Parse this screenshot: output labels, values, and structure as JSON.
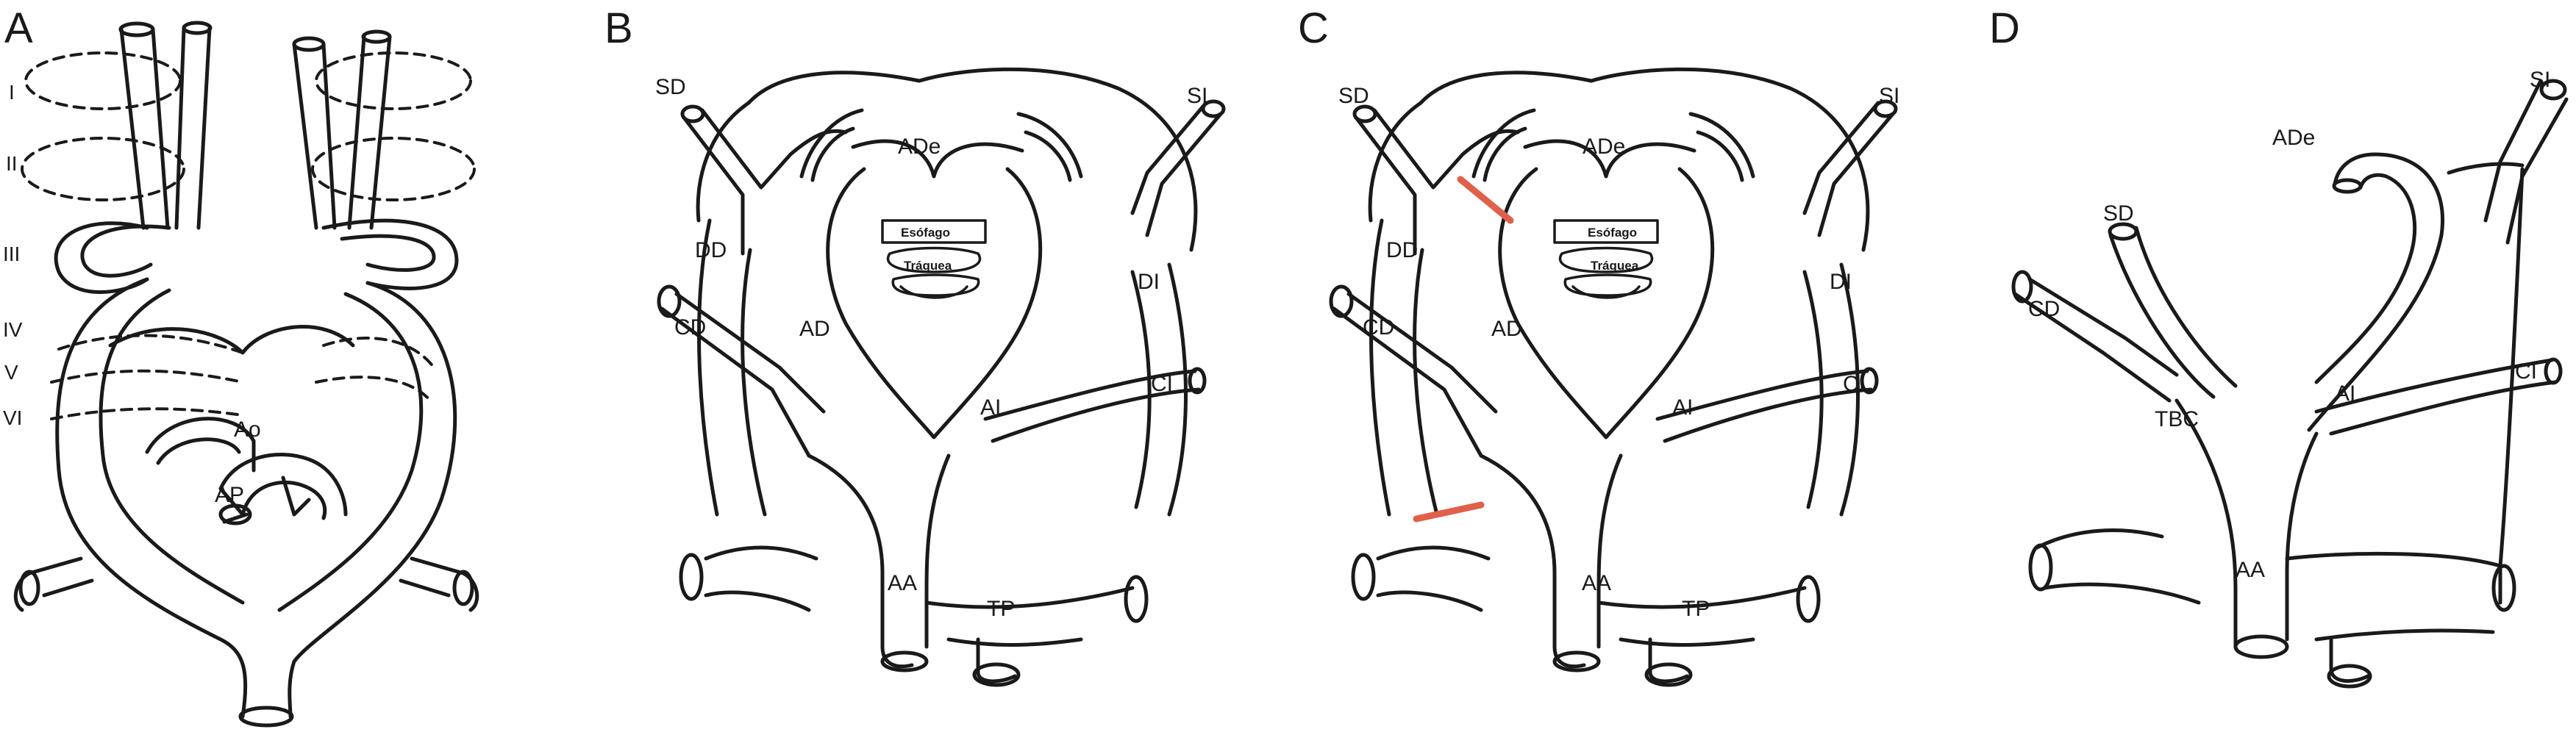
{
  "figure": {
    "panels": [
      {
        "letter": "A",
        "arch_numbers": [
          "I",
          "II",
          "III",
          "IV",
          "V",
          "VI"
        ],
        "labels": {
          "aorta": "Ao",
          "pulmonary": "AP"
        }
      },
      {
        "letter": "B",
        "labels": {
          "sd": "SD",
          "si": "SI",
          "ade": "ADe",
          "dd": "DD",
          "di": "DI",
          "cd": "CD",
          "ad": "AD",
          "ai": "AI",
          "ci": "CI",
          "aa": "AA",
          "tp": "TP",
          "esofago": "Esófago",
          "traquea": "Tráquea"
        }
      },
      {
        "letter": "C",
        "labels": {
          "sd": "SD",
          "si": "SI",
          "ade": "ADe",
          "dd": "DD",
          "di": "DI",
          "cd": "CD",
          "ad": "AD",
          "ai": "AI",
          "ci": "CI",
          "aa": "AA",
          "tp": "TP",
          "esofago": "Esófago",
          "traquea": "Tráquea"
        },
        "cut_color": "#e0604a"
      },
      {
        "letter": "D",
        "labels": {
          "si": "SI",
          "ade": "ADe",
          "sd": "SD",
          "cd": "CD",
          "tbc": "TBC",
          "ai": "AI",
          "ci": "CI",
          "aa": "AA"
        }
      }
    ]
  }
}
